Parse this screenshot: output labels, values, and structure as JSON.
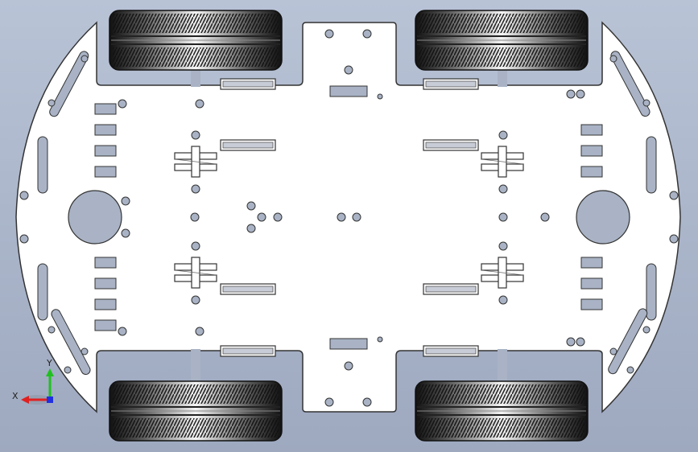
{
  "window": {
    "background_top": "#b9c3d6",
    "background_bottom": "#9ea9c0"
  },
  "model": {
    "plate_fill": "#ffffff",
    "plate_stroke": "#333333",
    "cutout_fill": "#a9b3c5",
    "tire_dark": "#1a1a1a",
    "tire_light": "#f2f2f2",
    "wheels": [
      "front-left",
      "front-right",
      "rear-left",
      "rear-right"
    ]
  },
  "triad": {
    "x_label": "X",
    "y_label": "Y",
    "x_color": "#e02020",
    "y_color": "#20c020",
    "z_color": "#2030e0"
  }
}
